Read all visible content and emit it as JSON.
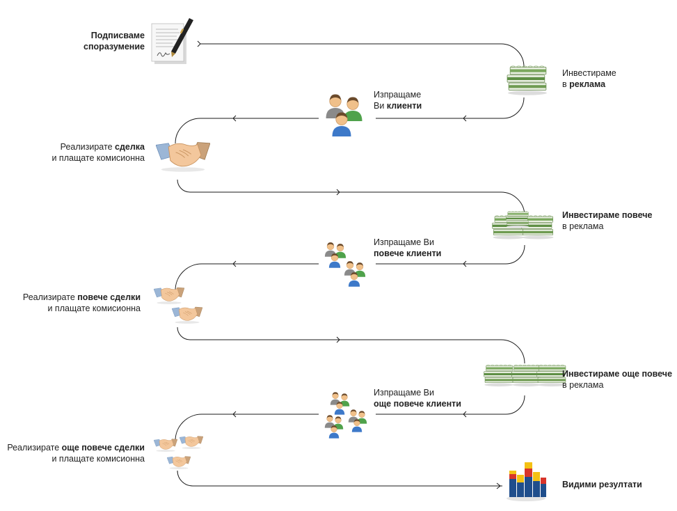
{
  "steps": {
    "sign": {
      "line1_bold": "Подписваме",
      "line2_bold": "споразумение"
    },
    "invest1": {
      "line1": "Инвестираме",
      "line2_pre": "в ",
      "line2_bold": "реклама"
    },
    "send1": {
      "line1": "Изпращаме",
      "line2_pre": "Ви ",
      "line2_bold": "клиенти"
    },
    "deal1": {
      "line1_pre": "Реализирате ",
      "line1_bold": "сделка",
      "line2": "и плащате комисионна"
    },
    "invest2": {
      "line1_bold": "Инвестираме повече",
      "line2": "в реклама"
    },
    "send2": {
      "line1": "Изпращаме Ви",
      "line2_bold": "повече клиенти"
    },
    "deal2": {
      "line1_pre": "Реализирате ",
      "line1_bold": "повече сделки",
      "line2": "и плащате комисионна"
    },
    "invest3": {
      "line1_bold": "Инвестираме още повече",
      "line2": "в реклама"
    },
    "send3": {
      "line1": "Изпращаме Ви",
      "line2_bold": "още повече клиенти"
    },
    "deal3": {
      "line1_pre": "Реализирате ",
      "line1_bold": "още повече сделки",
      "line2": "и плащате комисионна"
    },
    "result": {
      "line1_bold": "Видими резултати"
    }
  },
  "icons": {
    "sign": "contract-pen-icon",
    "money": "money-stack-icon",
    "people": "customers-group-icon",
    "handshake": "handshake-icon",
    "results": "bar-chart-icon"
  },
  "colors": {
    "line": "#1a1a1a",
    "money_green": "#5e8f45",
    "person_blue": "#3d79c9",
    "person_green": "#4fa24b",
    "person_skin": "#f0c08a",
    "bar_red": "#d8342a",
    "bar_yellow": "#f4c114",
    "bar_blue": "#1f4e8c"
  }
}
